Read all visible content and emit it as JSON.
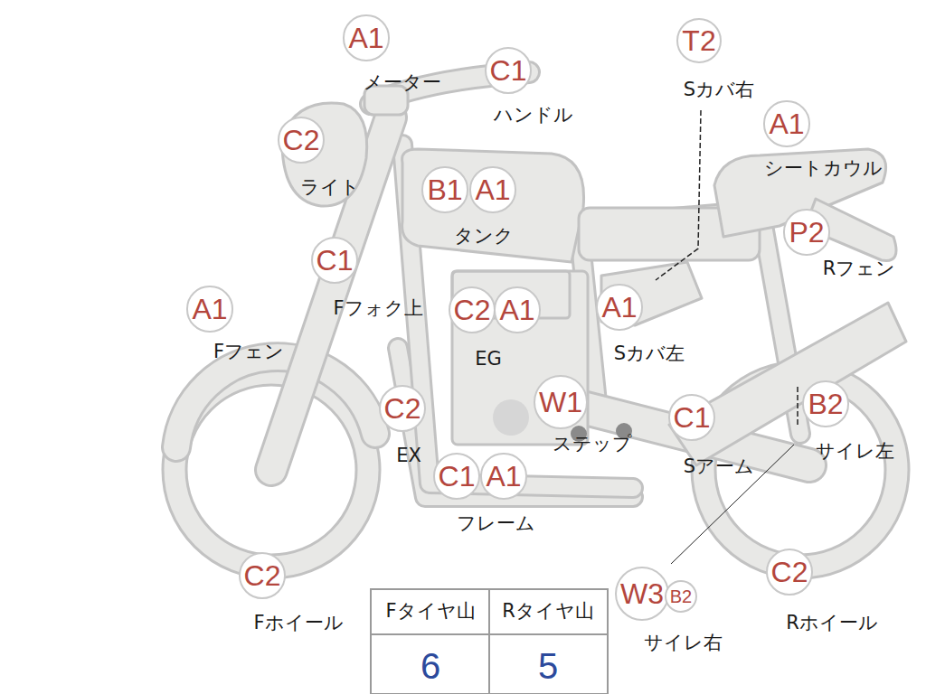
{
  "diagram": {
    "nodes": [
      {
        "text": [
          "A1"
        ]
      },
      {
        "text": [
          "C1"
        ]
      },
      {
        "text": [
          "T2"
        ]
      },
      {
        "text": [
          "C2"
        ]
      },
      {
        "text": [
          "A1"
        ]
      },
      {
        "text": [
          "B1"
        ]
      },
      {
        "text": [
          "A1"
        ]
      },
      {
        "text": [
          "P2"
        ]
      },
      {
        "text": [
          "C1"
        ]
      },
      {
        "text": [
          "A1"
        ]
      },
      {
        "text": [
          "C2"
        ]
      },
      {
        "text": [
          "A1"
        ]
      },
      {
        "text": [
          "A1"
        ]
      },
      {
        "text": [
          "C2"
        ]
      },
      {
        "text": [
          "W1"
        ]
      },
      {
        "text": [
          "C1"
        ]
      },
      {
        "text": [
          "B2"
        ]
      },
      {
        "text": [
          "C1"
        ]
      },
      {
        "text": [
          "A1"
        ]
      },
      {
        "text": [
          "C2"
        ]
      },
      {
        "text": [
          "W3"
        ]
      },
      {
        "text": [
          "B2"
        ]
      },
      {
        "text": [
          "C2"
        ]
      }
    ],
    "labels": [
      "メーター",
      "ハンドル",
      "Sカバ右",
      "ライト",
      "シートカウル",
      "タンク",
      "Rフェン",
      "Fフォク上",
      "Fフェン",
      "EG",
      "Sカバ左",
      "EX",
      "ステップ",
      "Sアーム",
      "サイレ左",
      "フレーム",
      "Fホイール",
      "Fタイヤ山",
      "Rタイヤ山",
      "サイレ右",
      "Rホイール",
      "6",
      "5"
    ]
  }
}
